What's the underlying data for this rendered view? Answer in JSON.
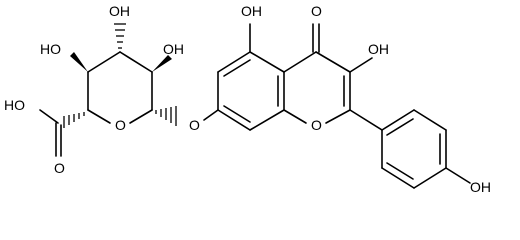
{
  "labels": {
    "oh_sugar_top": "OH",
    "oh_sugar_left": "HO",
    "oh_sugar_right": "OH",
    "cooh": "HO",
    "carbonyl_o": "O",
    "ring_o_sugar": "O",
    "glycosidic_o": "O",
    "oh_5": "OH",
    "ketone_o": "O",
    "oh_3": "OH",
    "ring_o_chromone": "O",
    "oh_phenyl": "OH"
  }
}
